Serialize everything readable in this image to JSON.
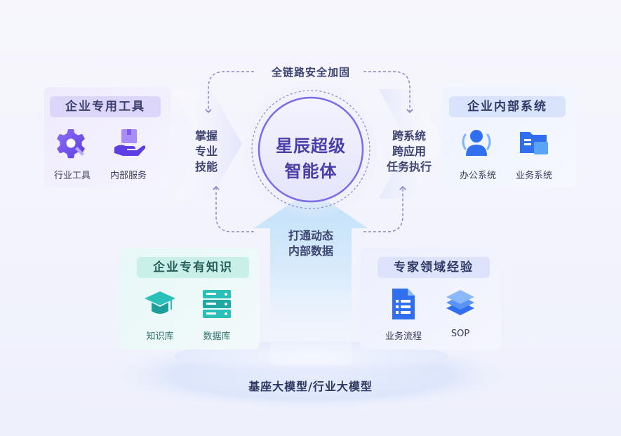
{
  "center": {
    "line1": "星辰超级",
    "line2": "智能体"
  },
  "top_label": "全链路安全加固",
  "left_skill": [
    "掌握",
    "专业",
    "技能"
  ],
  "right_skill": [
    "跨系统",
    "跨应用",
    "任务执行"
  ],
  "bottom_arrow": [
    "打通动态",
    "内部数据"
  ],
  "base": "基座大模型/行业大模型",
  "panels": {
    "top_left": {
      "title": "企业专用工具",
      "items": [
        {
          "label": "行业工具",
          "icon": "gear-wrench-icon"
        },
        {
          "label": "内部服务",
          "icon": "hand-box-icon"
        }
      ]
    },
    "top_right": {
      "title": "企业内部系统",
      "items": [
        {
          "label": "办公系统",
          "icon": "people-icon"
        },
        {
          "label": "业务系统",
          "icon": "folder-icon"
        }
      ]
    },
    "bottom_left": {
      "title": "企业专有知识",
      "items": [
        {
          "label": "知识库",
          "icon": "graduation-cap-icon"
        },
        {
          "label": "数据库",
          "icon": "server-icon"
        }
      ]
    },
    "bottom_right": {
      "title": "专家领域经验",
      "items": [
        {
          "label": "业务流程",
          "icon": "document-list-icon"
        },
        {
          "label": "SOP",
          "icon": "layers-icon"
        }
      ]
    }
  },
  "colors": {
    "purple": "#6b4ee6",
    "blue": "#3a6cf0",
    "teal": "#2bbfb9",
    "center_ring": "#7b6be6"
  }
}
